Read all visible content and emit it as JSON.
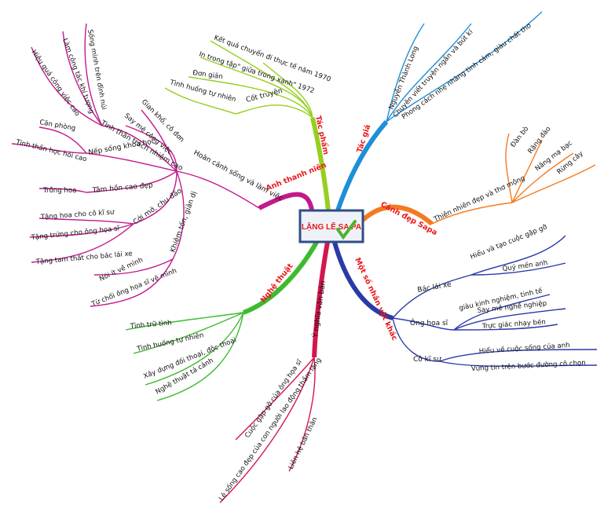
{
  "center": "LẶNG LẼ SA PA",
  "colors": {
    "tac_gia": "#1e8fd8",
    "canh_dep": "#f47a1f",
    "nhan_vat": "#2a3aa8",
    "y_nghia": "#d4164d",
    "nghe_thuat": "#3dbb2f",
    "anh_thanh_nien": "#c21a8c",
    "tac_pham": "#96cf1e"
  },
  "tac_gia": {
    "label": "Tác giả",
    "items": [
      "Nguyễn Thành Long",
      "Chuyên viết truyện ngắn và bút kí",
      "Phong cách nhẹ nhàng tình cảm, giàu chất thơ"
    ]
  },
  "canh_dep": {
    "label": "Cảnh đẹp Sapa",
    "sub": "Thiên nhiên đẹp và thơ mộng",
    "items": [
      "Đàn bò",
      "Rặng đào",
      "Nắng mạ bạc",
      "Rừng cây"
    ]
  },
  "nhan_vat": {
    "label": "Một số nhân vật khác",
    "groups": [
      {
        "name": "Bác lái xe",
        "items": [
          "Hiểu và tạo cuộc gặp gỡ",
          "Quý mến anh"
        ]
      },
      {
        "name": "Ông họa sĩ",
        "items": [
          "giàu kinh nghiệm, tinh tế",
          "Say mê nghề nghiệp",
          "Trực giác nhạy bén"
        ]
      },
      {
        "name": "Cô kĩ sư",
        "items": [
          "Hiểu về cuộc sống của anh",
          "Vững tin trên bước đường cô chọn"
        ]
      }
    ]
  },
  "y_nghia": {
    "label": "Ý nghĩa văn bản",
    "items": [
      "Cuộc gặp gỡ của ông họa sĩ",
      "Lẽ sống cao đẹp của con người lao động thầm lặng",
      "Liên hệ bản thân"
    ]
  },
  "nghe_thuat": {
    "label": "Nghệ thuật",
    "items": [
      "Tình trữ tình",
      "Tình huống tự nhiên",
      "Xây dựng đối thoại, độc thoại",
      "Nghệ thuật tả cảnh"
    ]
  },
  "anh_thanh_nien": {
    "label": "Anh thanh niên",
    "sub": "Hoàn cảnh sống và làm việc",
    "groups": [
      {
        "name": "Tinh thần trách nhiệm cao",
        "items": [
          "Sống mình trên đỉnh núi",
          "Làm công tác khí tượng",
          "Hiệu quả công việc cao"
        ]
      },
      {
        "name": "Nếp sống khoa học",
        "items": [
          "Căn phòng",
          "Tinh thần học hỏi cao"
        ]
      },
      {
        "name": "Tâm hồn cao đẹp",
        "items": [
          "Trồng hoa"
        ]
      },
      {
        "name": "Cởi mở, chu đáo",
        "items": [
          "Tặng hoa cho cô kĩ sư",
          "Tặng trứng cho ông họa sĩ",
          "Tặng tam thất cho bác lái xe"
        ]
      },
      {
        "name": "Khiêm tốn, giản dị",
        "items": [
          "Nói ít về mình",
          "Từ chối ông họa sĩ vẽ mình"
        ]
      }
    ],
    "extra": [
      "Gian khổ, cô đơn",
      "Say mê công việc"
    ]
  },
  "tac_pham": {
    "label": "Tác phẩm",
    "items": [
      "Kết quả chuyến đi thực tế năm 1970",
      "In trong tập\" giữa trong xanh\" 1972",
      "Đơn giản"
    ],
    "sub": "Cốt truyện",
    "sub_items": [
      "Tình huống tự nhiên"
    ]
  }
}
